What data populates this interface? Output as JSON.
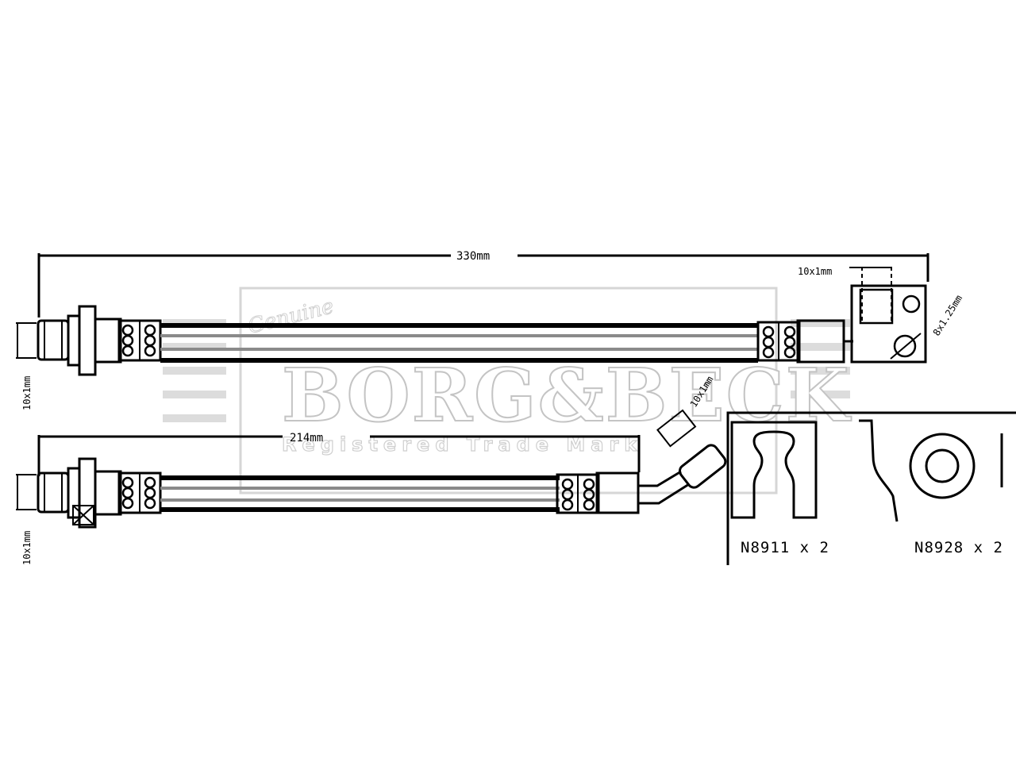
{
  "dimensions": {
    "upper_hose_length": "330mm",
    "lower_hose_length": "214mm",
    "upper_left_thread": "10x1mm",
    "lower_left_thread": "10x1mm",
    "upper_right_thread": "10x1mm",
    "banjo_bolt_thread": "8x1.25mm",
    "elbow_thread": "10x1mm"
  },
  "accessories": {
    "clip_part": "N8911 x 2",
    "washer_part": "N8928 x 2"
  },
  "watermark": {
    "script": "Genuine",
    "brand": "BORG&BECK",
    "tagline": "Registered Trade Mark"
  },
  "colors": {
    "line": "#000000",
    "hose_stripe": "#8a8a8a",
    "watermark_outline": "#c4c4c4"
  }
}
